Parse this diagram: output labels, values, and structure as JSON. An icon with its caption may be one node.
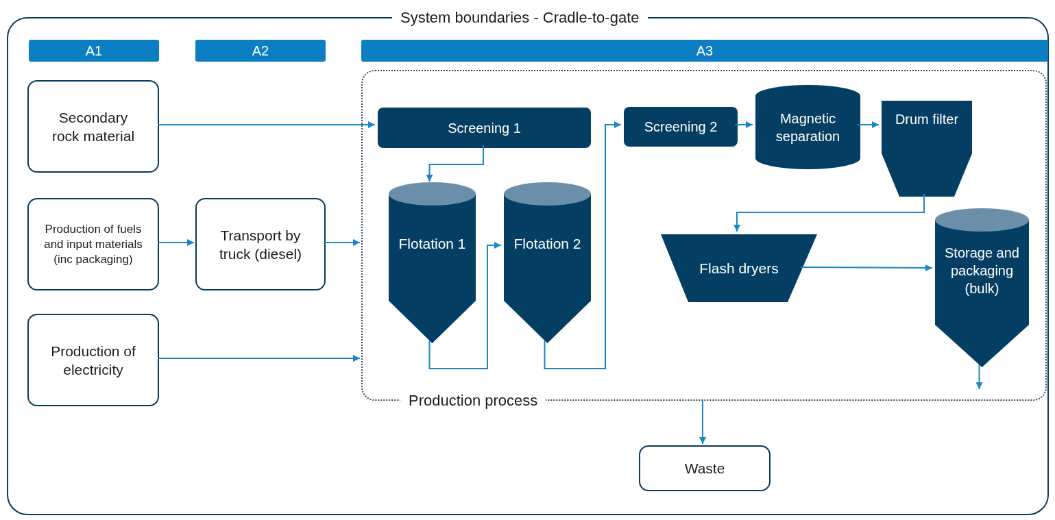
{
  "diagram": {
    "nodes": [
      {
        "text": [
          "System boundaries - Cradle-to-gate"
        ]
      },
      {
        "text": [
          "A1"
        ],
        "in": 0
      },
      {
        "text": [
          "A2"
        ],
        "in": 0
      },
      {
        "text": [
          "A3"
        ],
        "in": 0
      },
      {
        "text": [
          "Secondary rock material"
        ],
        "in": 0
      },
      {
        "text": [
          "Production of fuels and input materials (inc packaging)"
        ],
        "in": 0
      },
      {
        "text": [
          "Transport by truck (diesel)"
        ],
        "in": 0
      },
      {
        "text": [
          "Production of electricity"
        ],
        "in": 0
      },
      {
        "text": [
          "Production process"
        ],
        "in": 0
      },
      {
        "text": [
          "Screening 1"
        ],
        "in": 8
      },
      {
        "text": [
          "Screening 2"
        ],
        "in": 8
      },
      {
        "text": [
          "Magnetic separation"
        ],
        "in": 8
      },
      {
        "text": [
          "Drum filter"
        ],
        "in": 8
      },
      {
        "text": [
          "Flotation 1"
        ],
        "in": 8
      },
      {
        "text": [
          "Flotation 2"
        ],
        "in": 8
      },
      {
        "text": [
          "Flash dryers"
        ],
        "in": 8
      },
      {
        "text": [
          "Storage and packaging (bulk)"
        ],
        "in": 8
      },
      {
        "text": [
          "Waste"
        ],
        "in": 0
      }
    ],
    "edges": [
      {
        "from": 4,
        "to": 9,
        "arrow": "to"
      },
      {
        "from": 5,
        "to": 6,
        "arrow": "to"
      },
      {
        "from": 6,
        "to": 8,
        "arrow": "to"
      },
      {
        "from": 7,
        "to": 8,
        "arrow": "to"
      },
      {
        "from": 9,
        "to": 13,
        "arrow": "to"
      },
      {
        "from": 13,
        "to": 14,
        "arrow": "to"
      },
      {
        "from": 14,
        "to": 10,
        "arrow": "to"
      },
      {
        "from": 10,
        "to": 11,
        "arrow": "to"
      },
      {
        "from": 11,
        "to": 12,
        "arrow": "to"
      },
      {
        "from": 12,
        "to": 15,
        "arrow": "to"
      },
      {
        "from": 15,
        "to": 16,
        "arrow": "to"
      },
      {
        "from": 16,
        "to": null,
        "arrow": "to"
      },
      {
        "from": 8,
        "to": 17,
        "arrow": "to"
      }
    ]
  }
}
